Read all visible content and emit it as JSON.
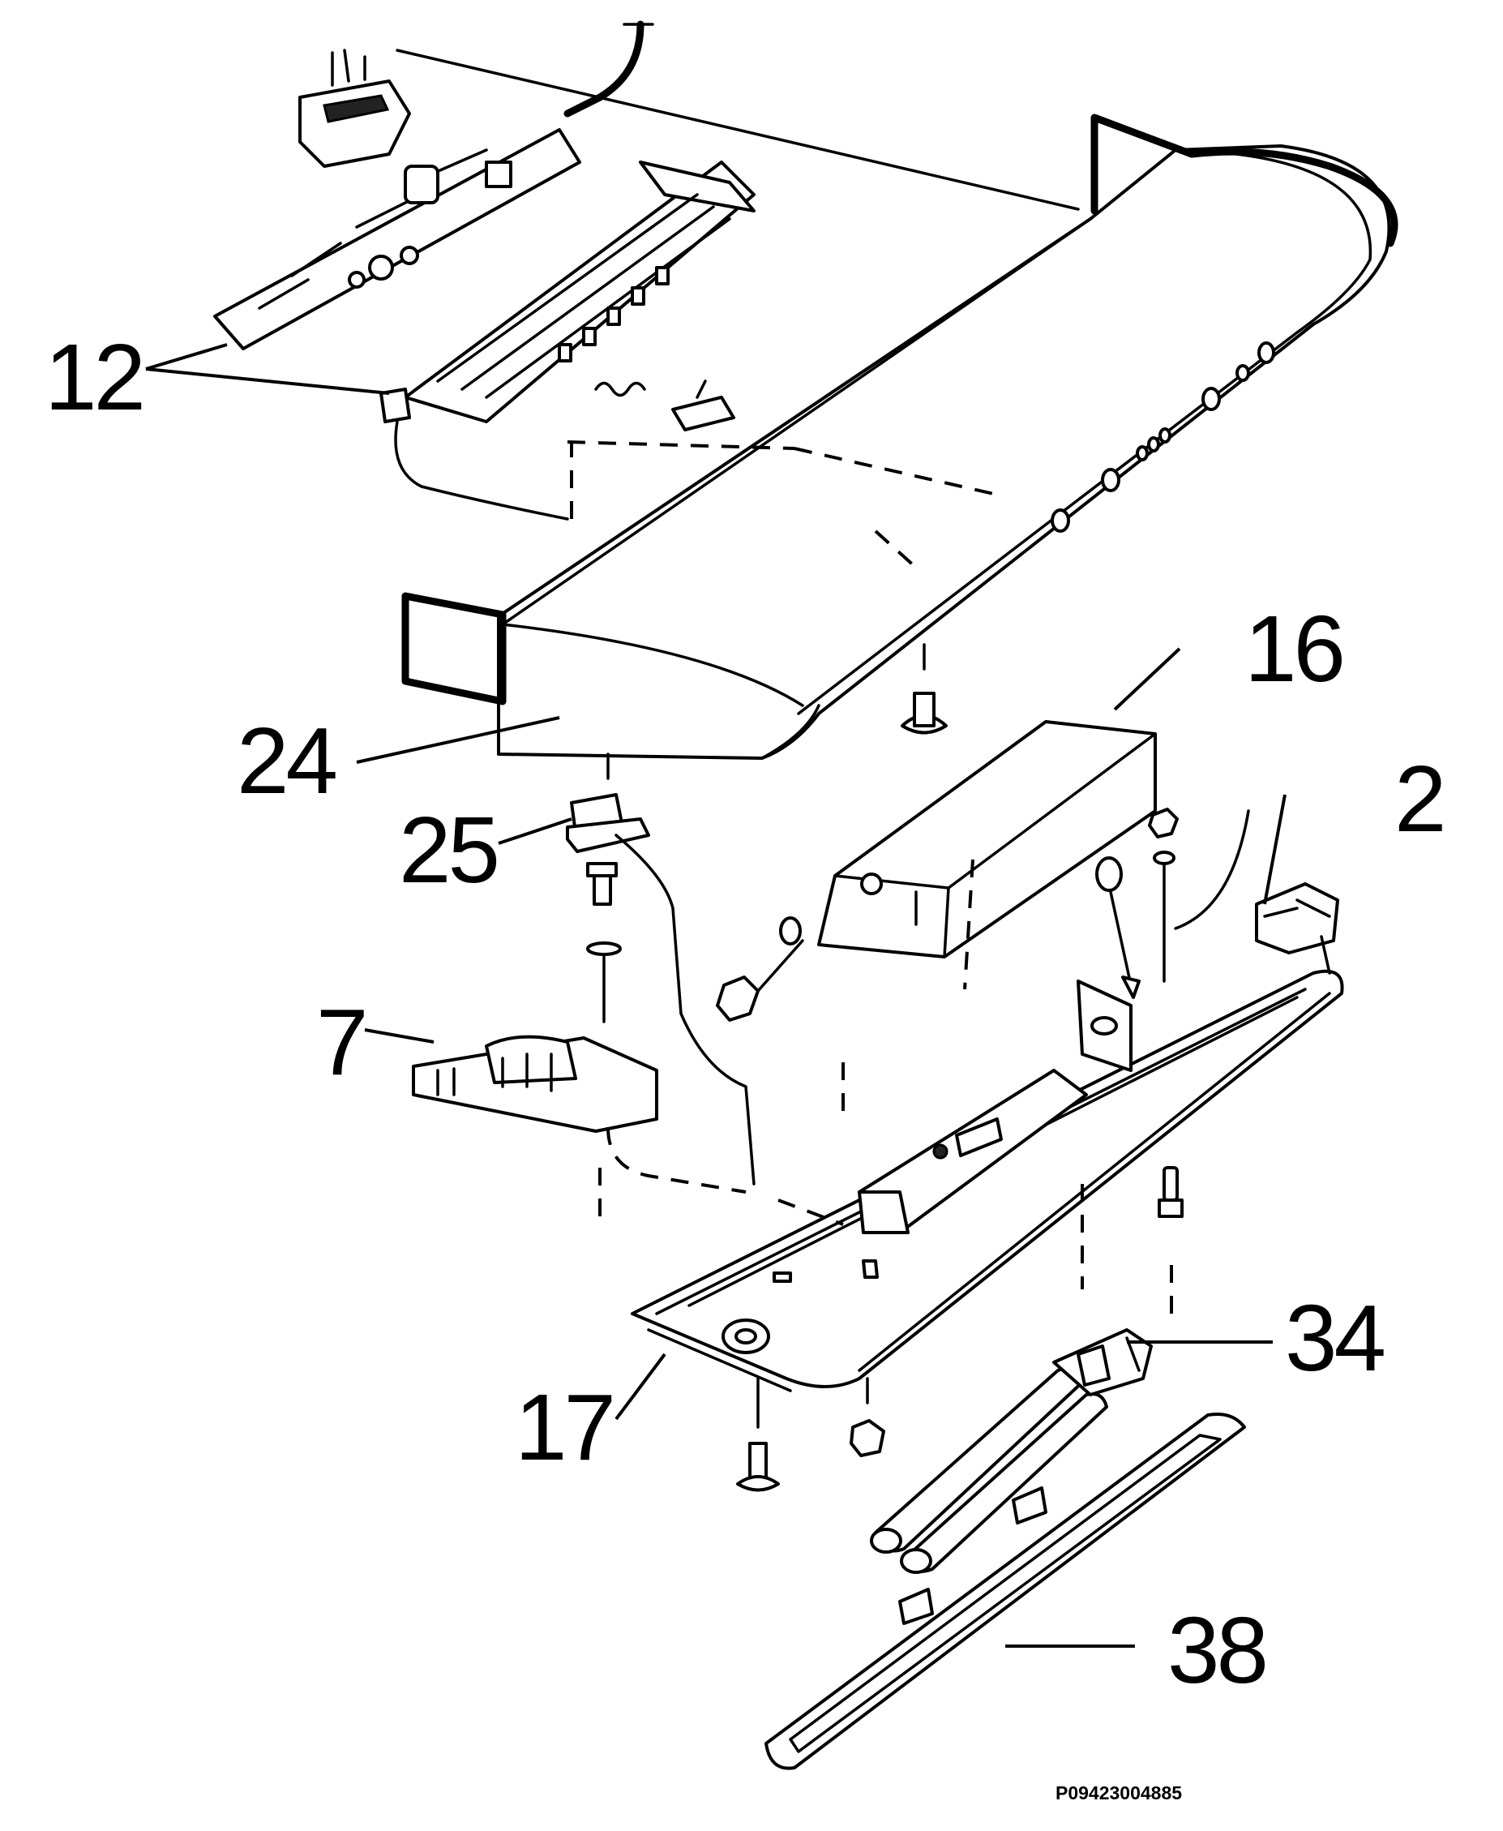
{
  "callouts": {
    "p12": "12",
    "p16": "16",
    "p2": "2",
    "p24": "24",
    "p25": "25",
    "p7": "7",
    "p17": "17",
    "p34": "34",
    "p38": "38"
  },
  "reference_code": "P09423004885",
  "colors": {
    "ink": "#000000",
    "paper": "#ffffff",
    "shade": "#bdbdbd"
  }
}
